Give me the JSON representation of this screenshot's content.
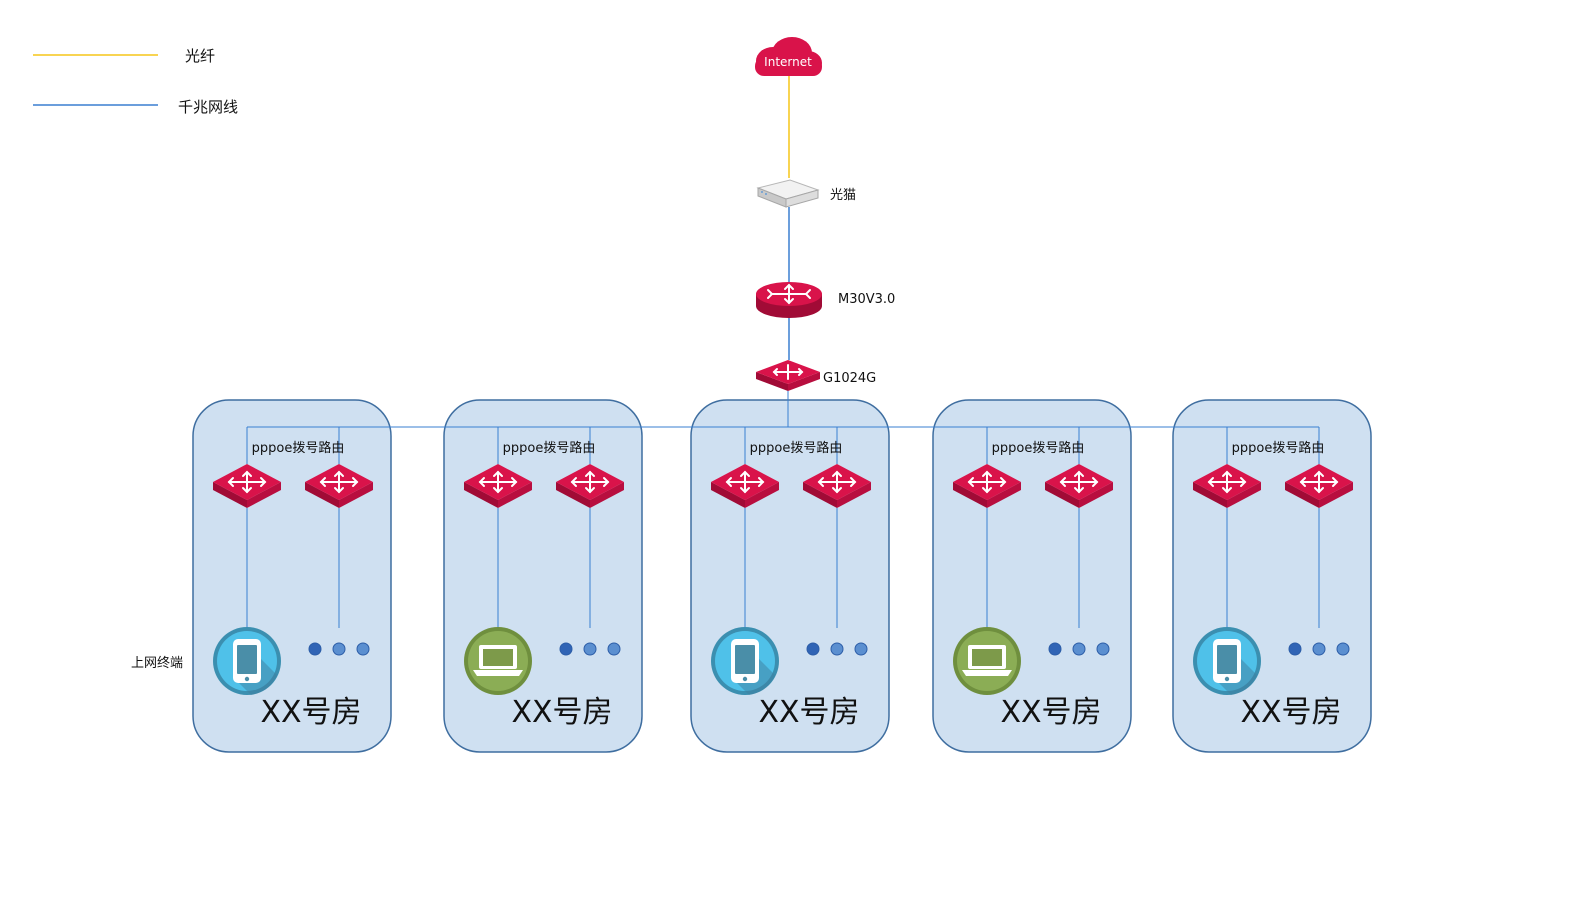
{
  "legend": {
    "items": [
      {
        "label": "光纤",
        "color": "#f5c518"
      },
      {
        "label": "千兆网线",
        "color": "#3a7fd1"
      }
    ]
  },
  "nodes": {
    "internet": {
      "label": "Internet",
      "icon": "cloud-icon"
    },
    "modem": {
      "label": "光猫",
      "icon": "optical-modem-icon"
    },
    "router": {
      "label": "M30V3.0",
      "icon": "router-icon"
    },
    "switch": {
      "label": "G1024G",
      "icon": "switch-icon"
    }
  },
  "terminal_label": "上网终端",
  "rooms": [
    {
      "router_label": "pppoe拨号路由",
      "room_label": "XX号房",
      "device": "phone"
    },
    {
      "router_label": "pppoe拨号路由",
      "room_label": "XX号房",
      "device": "laptop"
    },
    {
      "router_label": "pppoe拨号路由",
      "room_label": "XX号房",
      "device": "phone"
    },
    {
      "router_label": "pppoe拨号路由",
      "room_label": "XX号房",
      "device": "laptop"
    },
    {
      "router_label": "pppoe拨号路由",
      "room_label": "XX号房",
      "device": "phone"
    }
  ],
  "colors": {
    "brand_red": "#d9134a",
    "room_fill": "#cfe0f1",
    "room_stroke": "#3f6ea0",
    "link_blue": "#3a7fd1",
    "fiber_yellow": "#f5c518",
    "phone_circle": "#4fc1e9",
    "laptop_circle": "#8bad55",
    "dot_blue": "#3d78c6"
  }
}
